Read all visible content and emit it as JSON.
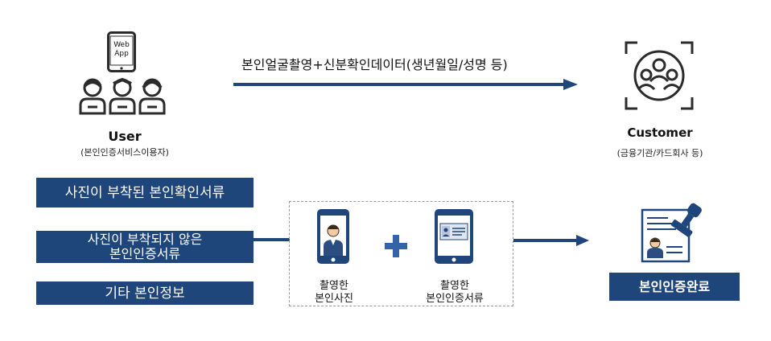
{
  "top": {
    "phone_label_line1": "Web",
    "phone_label_line2": "App",
    "user_title": "User",
    "user_subtitle": "(본인인증서비스이용자)",
    "flow_text": "본인얼굴촬영+신분확인데이터(생년월일/성명 등)",
    "customer_title": "Customer",
    "customer_subtitle": "(금융기관/카드회사 등)"
  },
  "documents": [
    "사진이 부착된 본인확인서류",
    "사진이 부착되지 않은\n본인인증서류",
    "기타 본인정보"
  ],
  "captures": {
    "photo_label": "촬영한\n본인사진",
    "doc_label": "촬영한\n본인인증서류"
  },
  "result": {
    "label": "본인인증완료"
  },
  "colors": {
    "primary": "#1f467a",
    "icon_dark": "#2b2b2b",
    "dashed_border": "#9a9a9a"
  }
}
